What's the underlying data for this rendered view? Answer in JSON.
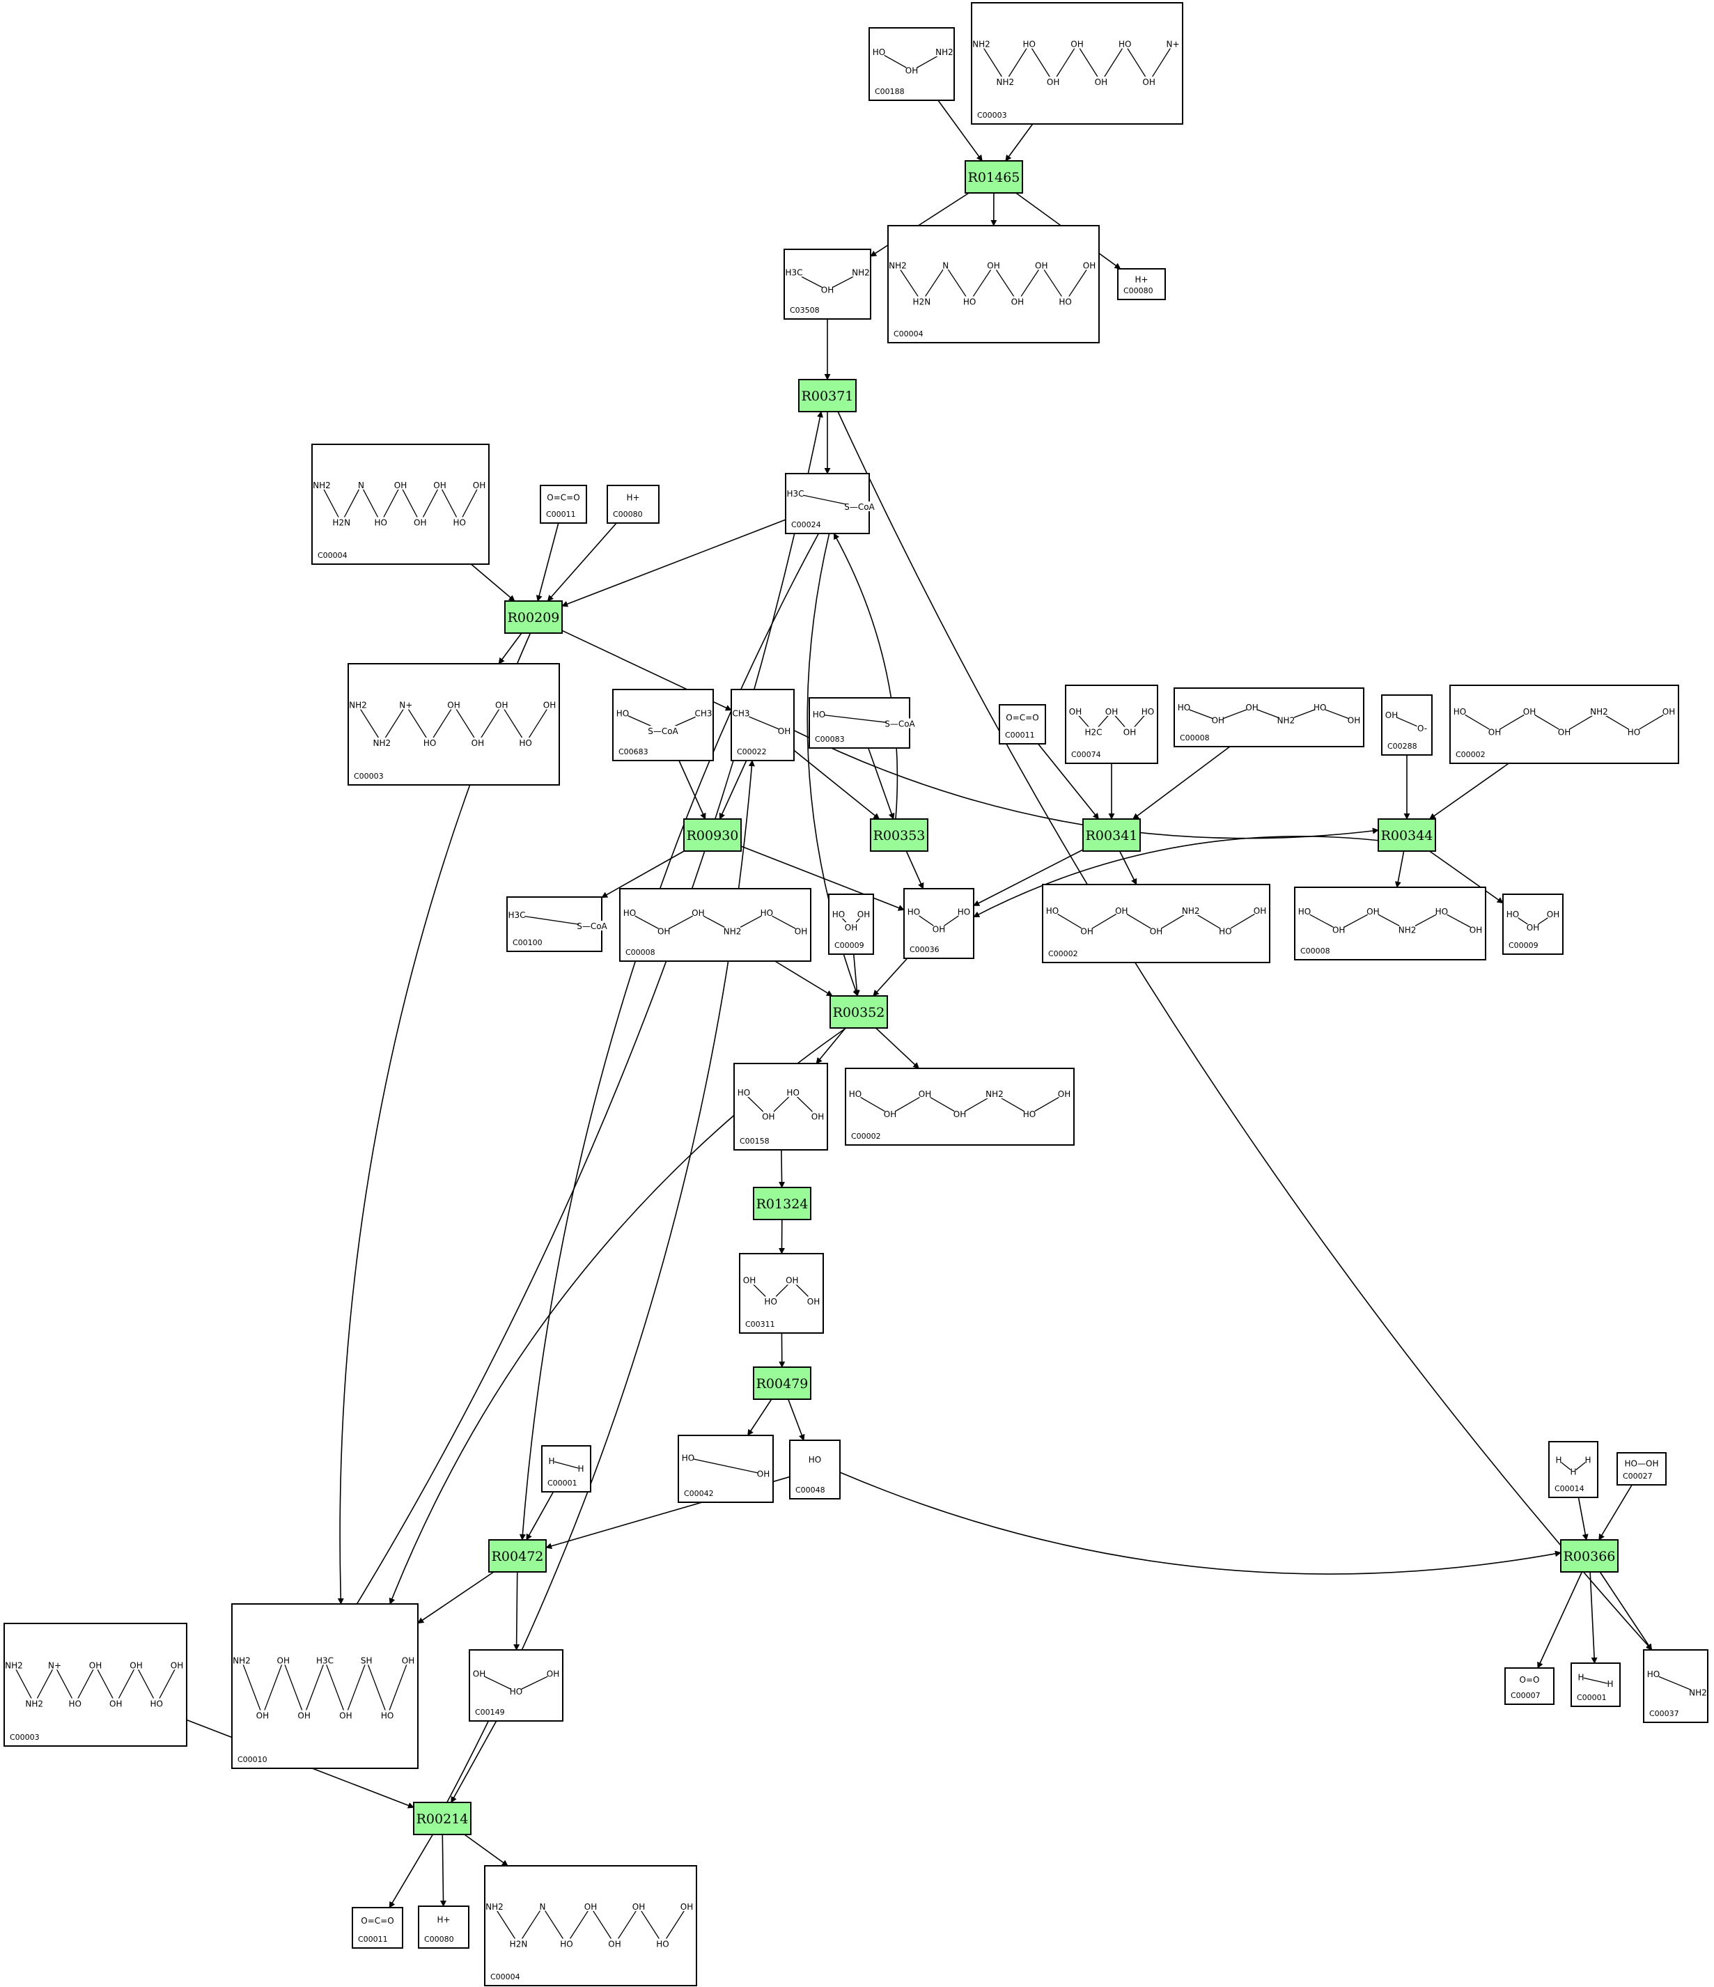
{
  "colors": {
    "reaction_fill": "#98fb98",
    "compound_fill": "#ffffff",
    "stroke": "#000000"
  },
  "reactions": [
    {
      "id": "r1",
      "label": "R01465"
    },
    {
      "id": "r2",
      "label": "R00371"
    },
    {
      "id": "r3",
      "label": "R00209"
    },
    {
      "id": "r4",
      "label": "R00930"
    },
    {
      "id": "r5",
      "label": "R00353"
    },
    {
      "id": "r6",
      "label": "R00341"
    },
    {
      "id": "r7",
      "label": "R00344"
    },
    {
      "id": "r8",
      "label": "R00352"
    },
    {
      "id": "r9",
      "label": "R01324"
    },
    {
      "id": "r10",
      "label": "R00479"
    },
    {
      "id": "r11",
      "label": "R00472"
    },
    {
      "id": "r12",
      "label": "R00366"
    },
    {
      "id": "r13",
      "label": "R00214"
    }
  ],
  "compounds": [
    {
      "id": "c1",
      "label": "C00188",
      "structure": [
        "HO",
        "OH",
        "NH2"
      ]
    },
    {
      "id": "c2",
      "label": "C00003",
      "structure": [
        "NH2",
        "NH2",
        "HO",
        "OH",
        "OH",
        "OH",
        "HO",
        "OH",
        "N+"
      ]
    },
    {
      "id": "c3",
      "label": "C03508",
      "structure": [
        "H3C",
        "OH",
        "NH2"
      ]
    },
    {
      "id": "c4",
      "label": "C00004",
      "structure": [
        "NH2",
        "H2N",
        "N",
        "HO",
        "OH",
        "OH",
        "OH",
        "HO",
        "OH"
      ]
    },
    {
      "id": "c5",
      "label": "C00080",
      "structure": [
        "H+"
      ]
    },
    {
      "id": "c6",
      "label": "C00004",
      "structure": [
        "NH2",
        "H2N",
        "N",
        "HO",
        "OH",
        "OH",
        "OH",
        "HO",
        "OH"
      ]
    },
    {
      "id": "c7",
      "label": "C00011",
      "structure": [
        "O=C=O"
      ]
    },
    {
      "id": "c8",
      "label": "C00080",
      "structure": [
        "H+"
      ]
    },
    {
      "id": "c9",
      "label": "C00024",
      "structure": [
        "H3C",
        "S—CoA"
      ]
    },
    {
      "id": "c10",
      "label": "C00003",
      "structure": [
        "NH2",
        "NH2",
        "N+",
        "HO",
        "OH",
        "OH",
        "OH",
        "HO",
        "OH"
      ]
    },
    {
      "id": "c11",
      "label": "C00683",
      "structure": [
        "HO",
        "S—CoA",
        "CH3"
      ]
    },
    {
      "id": "c12",
      "label": "C00022",
      "structure": [
        "CH3",
        "OH"
      ]
    },
    {
      "id": "c13",
      "label": "C00083",
      "structure": [
        "HO",
        "S—CoA"
      ]
    },
    {
      "id": "c14",
      "label": "C00011",
      "structure": [
        "O=C=O"
      ]
    },
    {
      "id": "c15",
      "label": "C00074",
      "structure": [
        "OH",
        "H2C",
        "OH",
        "OH",
        "HO"
      ]
    },
    {
      "id": "c16",
      "label": "C00008",
      "structure": [
        "HO",
        "OH",
        "OH",
        "NH2",
        "HO",
        "OH"
      ]
    },
    {
      "id": "c17",
      "label": "C00288",
      "structure": [
        "OH",
        "O-"
      ]
    },
    {
      "id": "c18",
      "label": "C00002",
      "structure": [
        "HO",
        "OH",
        "OH",
        "OH",
        "NH2",
        "HO",
        "OH"
      ]
    },
    {
      "id": "c19",
      "label": "C00100",
      "structure": [
        "H3C",
        "S—CoA"
      ]
    },
    {
      "id": "c20",
      "label": "C00008",
      "structure": [
        "HO",
        "OH",
        "OH",
        "NH2",
        "HO",
        "OH"
      ]
    },
    {
      "id": "c21",
      "label": "C00009",
      "structure": [
        "HO",
        "OH",
        "OH"
      ]
    },
    {
      "id": "c22",
      "label": "C00036",
      "structure": [
        "HO",
        "OH",
        "HO"
      ]
    },
    {
      "id": "c23",
      "label": "C00002",
      "structure": [
        "HO",
        "OH",
        "OH",
        "OH",
        "NH2",
        "HO",
        "OH"
      ]
    },
    {
      "id": "c24",
      "label": "C00008",
      "structure": [
        "HO",
        "OH",
        "OH",
        "NH2",
        "HO",
        "OH"
      ]
    },
    {
      "id": "c25",
      "label": "C00009",
      "structure": [
        "HO",
        "OH",
        "OH"
      ]
    },
    {
      "id": "c26",
      "label": "C00158",
      "structure": [
        "HO",
        "OH",
        "HO",
        "OH"
      ]
    },
    {
      "id": "c27",
      "label": "C00002",
      "structure": [
        "HO",
        "OH",
        "OH",
        "OH",
        "NH2",
        "HO",
        "OH"
      ]
    },
    {
      "id": "c28",
      "label": "C00311",
      "structure": [
        "OH",
        "HO",
        "OH",
        "OH"
      ]
    },
    {
      "id": "c29",
      "label": "C00042",
      "structure": [
        "HO",
        "OH"
      ]
    },
    {
      "id": "c30",
      "label": "C00048",
      "structure": [
        "HO"
      ]
    },
    {
      "id": "c31",
      "label": "C00001",
      "structure": [
        "H",
        "H"
      ]
    },
    {
      "id": "c32",
      "label": "C00014",
      "structure": [
        "H",
        "H",
        "H"
      ]
    },
    {
      "id": "c33",
      "label": "C00027",
      "structure": [
        "HO—OH"
      ]
    },
    {
      "id": "c34",
      "label": "C00003",
      "structure": [
        "NH2",
        "NH2",
        "N+",
        "HO",
        "OH",
        "OH",
        "OH",
        "HO",
        "OH"
      ]
    },
    {
      "id": "c35",
      "label": "C00010",
      "structure": [
        "NH2",
        "OH",
        "OH",
        "OH",
        "H3C",
        "OH",
        "SH",
        "HO",
        "OH"
      ]
    },
    {
      "id": "c36",
      "label": "C00149",
      "structure": [
        "OH",
        "HO",
        "OH"
      ]
    },
    {
      "id": "c37",
      "label": "C00007",
      "structure": [
        "O=O"
      ]
    },
    {
      "id": "c38",
      "label": "C00001",
      "structure": [
        "H",
        "H"
      ]
    },
    {
      "id": "c39",
      "label": "C00037",
      "structure": [
        "HO",
        "NH2"
      ]
    },
    {
      "id": "c40",
      "label": "C00011",
      "structure": [
        "O=C=O"
      ]
    },
    {
      "id": "c41",
      "label": "C00080",
      "structure": [
        "H+"
      ]
    },
    {
      "id": "c42",
      "label": "C00004",
      "structure": [
        "NH2",
        "H2N",
        "N",
        "HO",
        "OH",
        "OH",
        "OH",
        "HO",
        "OH"
      ]
    }
  ],
  "edges": [
    [
      "c1",
      "r1"
    ],
    [
      "c2",
      "r1"
    ],
    [
      "r1",
      "c3"
    ],
    [
      "r1",
      "c4"
    ],
    [
      "r1",
      "c5"
    ],
    [
      "c3",
      "r2"
    ],
    [
      "c35",
      "r2"
    ],
    [
      "r2",
      "c9"
    ],
    [
      "r2",
      "c39"
    ],
    [
      "c6",
      "r3"
    ],
    [
      "c7",
      "r3"
    ],
    [
      "c8",
      "r3"
    ],
    [
      "c9",
      "r3"
    ],
    [
      "r3",
      "c10"
    ],
    [
      "r3",
      "c12"
    ],
    [
      "r3",
      "c35"
    ],
    [
      "c11",
      "r4"
    ],
    [
      "c12",
      "r4"
    ],
    [
      "r4",
      "c19"
    ],
    [
      "r4",
      "c22"
    ],
    [
      "c13",
      "r5"
    ],
    [
      "c12",
      "r5"
    ],
    [
      "r5",
      "c22"
    ],
    [
      "r5",
      "c9"
    ],
    [
      "c14",
      "r6"
    ],
    [
      "c15",
      "r6"
    ],
    [
      "c16",
      "r6"
    ],
    [
      "r6",
      "c22"
    ],
    [
      "r6",
      "c23"
    ],
    [
      "c17",
      "r7"
    ],
    [
      "c18",
      "r7"
    ],
    [
      "c12",
      "r7"
    ],
    [
      "r7",
      "c22"
    ],
    [
      "r7",
      "c24"
    ],
    [
      "r7",
      "c25"
    ],
    [
      "c20",
      "r8"
    ],
    [
      "c21",
      "r8"
    ],
    [
      "c22",
      "r8"
    ],
    [
      "c9",
      "r8"
    ],
    [
      "r8",
      "c26"
    ],
    [
      "r8",
      "c27"
    ],
    [
      "r8",
      "c35"
    ],
    [
      "c26",
      "r9"
    ],
    [
      "r9",
      "c28"
    ],
    [
      "c28",
      "r10"
    ],
    [
      "r10",
      "c29"
    ],
    [
      "r10",
      "c30"
    ],
    [
      "c31",
      "r11"
    ],
    [
      "c30",
      "r11"
    ],
    [
      "c9",
      "r11"
    ],
    [
      "r11",
      "c36"
    ],
    [
      "r11",
      "c35"
    ],
    [
      "c32",
      "r12"
    ],
    [
      "c33",
      "r12"
    ],
    [
      "c30",
      "r12"
    ],
    [
      "r12",
      "c37"
    ],
    [
      "r12",
      "c38"
    ],
    [
      "r12",
      "c39"
    ],
    [
      "c34",
      "r13"
    ],
    [
      "c36",
      "r13"
    ],
    [
      "r13",
      "c40"
    ],
    [
      "r13",
      "c41"
    ],
    [
      "r13",
      "c42"
    ],
    [
      "r13",
      "c12"
    ]
  ]
}
